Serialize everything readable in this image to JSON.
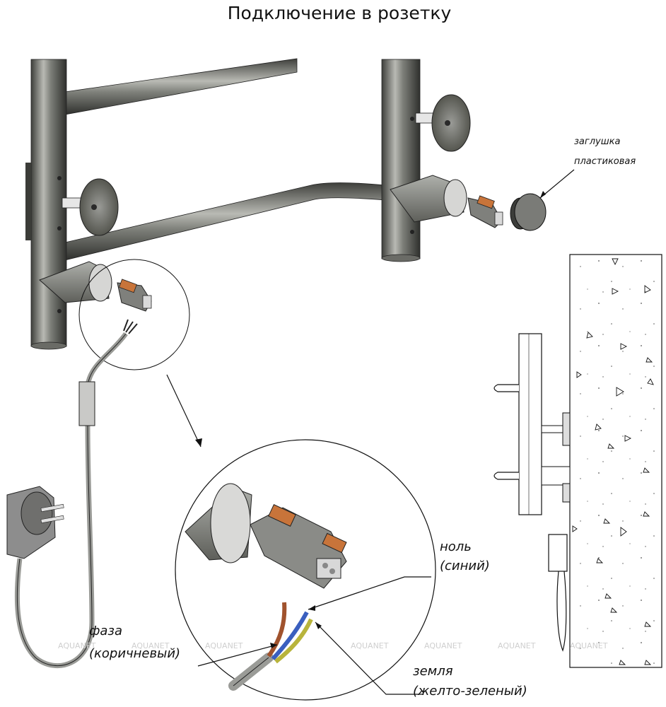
{
  "title": "Подключение в розетку",
  "labels": {
    "plug_cap_line1": "заглушка",
    "plug_cap_line2": "пластиковая",
    "neutral_line1": "ноль",
    "neutral_line2": "(синий)",
    "phase_line1": "фаза",
    "phase_line2": "(коричневый)",
    "ground_line1": "земля",
    "ground_line2": "(желто-зеленый)"
  },
  "watermark": "AQUANET",
  "colors": {
    "steel": "#8a8c86",
    "steel_dark": "#4a4b47",
    "plug_body": "#8d8d8d",
    "connector_orange": "#c8743a",
    "wire_brown": "#a0522d",
    "wire_blue": "#3a5fbf",
    "wire_yellow_green": "#b8b43c"
  }
}
